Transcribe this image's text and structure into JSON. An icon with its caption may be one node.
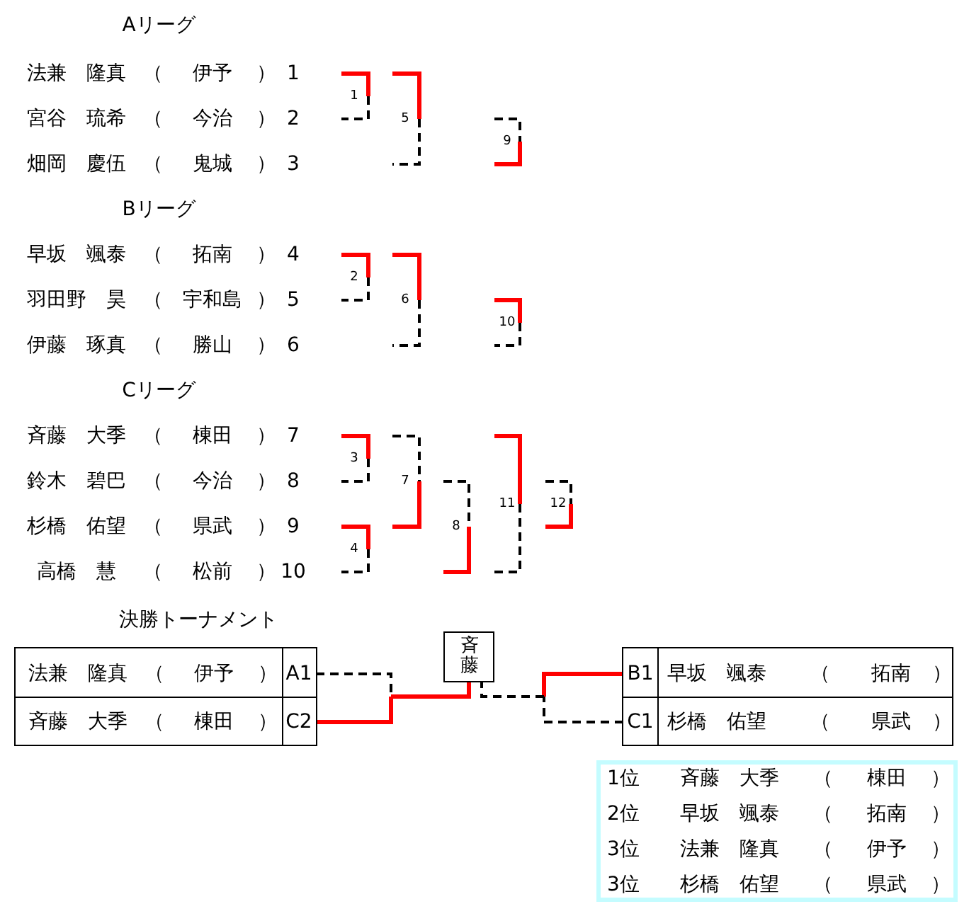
{
  "diagram": {
    "nodes": [
      {
        "text": [],
        "shape": "box"
      },
      {
        "text": [
          "法兼　隆真",
          "（",
          "伊予",
          "）",
          "A1"
        ],
        "in": 0
      },
      {
        "text": [
          "斉藤　大季",
          "（",
          "棟田",
          "）",
          "C2"
        ],
        "in": 0
      },
      {
        "text": [],
        "shape": "box"
      },
      {
        "text": [
          "B1",
          "早坂　颯泰",
          "（",
          "拓南",
          "）"
        ],
        "in": 3
      },
      {
        "text": [
          "C1",
          "杉橋　佑望",
          "（",
          "県武",
          "）"
        ],
        "in": 3
      },
      {
        "text": [
          "斉藤"
        ]
      },
      {
        "text": [
          "1位",
          "斉藤　大季",
          "（",
          "棟田",
          "）",
          "2位",
          "早坂　颯泰",
          "（",
          "拓南",
          "）",
          "3位",
          "法兼　隆真",
          "（",
          "伊予",
          "）",
          "3位",
          "杉橋　佑望",
          "（",
          "県武",
          "）"
        ]
      }
    ],
    "edges": [
      {
        "from": 1,
        "to": 6,
        "arrow": "none",
        "style": "dashed"
      },
      {
        "from": 2,
        "to": 6,
        "arrow": "none",
        "color": "#ff0000"
      },
      {
        "from": 4,
        "to": 6,
        "arrow": "none",
        "color": "#ff0000"
      },
      {
        "from": 5,
        "to": 6,
        "arrow": "none",
        "style": "dashed"
      }
    ],
    "labels": [
      "Aリーグ",
      "法兼　隆真",
      "（",
      "伊予",
      "）",
      "1",
      "宮谷　琉希",
      "（",
      "今治",
      "）",
      "2",
      "畑岡　慶伍",
      "（",
      "鬼城",
      "）",
      "3",
      "Bリーグ",
      "早坂　颯泰",
      "（",
      "拓南",
      "）",
      "4",
      "羽田野　昊",
      "（",
      "宇和島",
      "）",
      "5",
      "伊藤　琢真",
      "（",
      "勝山",
      "）",
      "6",
      "Cリーグ",
      "斉藤　大季",
      "（",
      "棟田",
      "）",
      "7",
      "鈴木　碧巴",
      "（",
      "今治",
      "）",
      "8",
      "杉橋　佑望",
      "（",
      "県武",
      "）",
      "9",
      "高橋　慧",
      "（",
      "松前",
      "）",
      "10",
      "1",
      "2",
      "3",
      "4",
      "5",
      "6",
      "7",
      "8",
      "9",
      "10",
      "11",
      "12",
      "決勝トーナメント"
    ]
  }
}
